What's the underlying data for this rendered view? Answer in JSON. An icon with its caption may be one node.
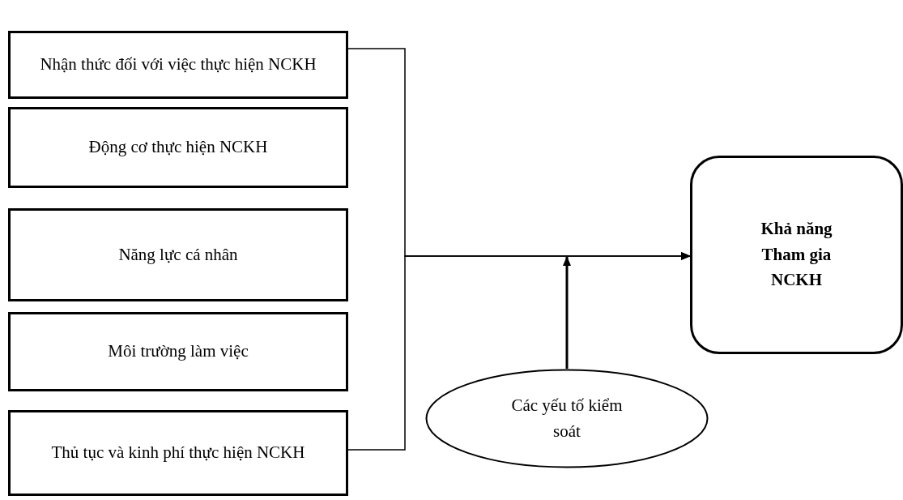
{
  "diagram": {
    "nodes": [
      {
        "text": [
          "Nhận thức đối với việc thực hiện NCKH"
        ]
      },
      {
        "text": [
          "Động cơ thực hiện NCKH"
        ]
      },
      {
        "text": [
          "Năng lực cá nhân"
        ]
      },
      {
        "text": [
          "Môi trường làm việc"
        ]
      },
      {
        "text": [
          "Thủ tục và kinh phí thực hiện NCKH"
        ]
      },
      {
        "text": [
          "Khả năng Tham gia NCKH"
        ]
      },
      {
        "text": [
          "Các yếu tố kiểm soát"
        ]
      }
    ],
    "edges": [
      {
        "from": 0,
        "to": 5,
        "arrow": "to"
      },
      {
        "from": 4,
        "to": 5,
        "arrow": "to"
      },
      {
        "from": 6,
        "to": null,
        "arrow": "to"
      }
    ]
  }
}
